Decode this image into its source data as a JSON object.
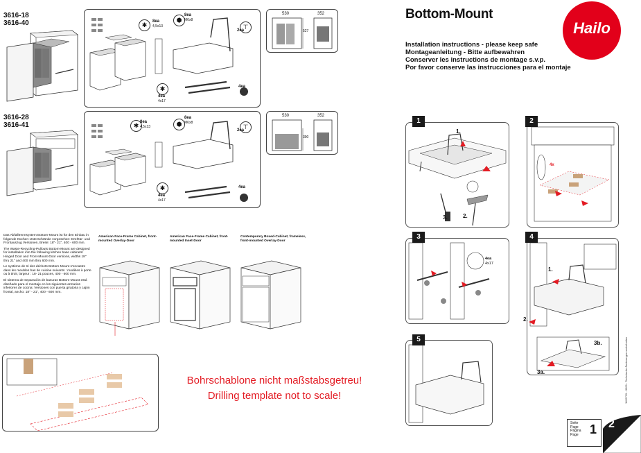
{
  "models_top": [
    "3616-18",
    "3616-40"
  ],
  "models_bottom": [
    "3616-28",
    "3616-41"
  ],
  "parts_top": [
    {
      "qty": "8ea",
      "spec": "4,5x13"
    },
    {
      "qty": "8ea",
      "spec": "M6x8"
    },
    {
      "qty": "2ea",
      "spec": ""
    },
    {
      "qty": "4ea",
      "spec": "4x17"
    },
    {
      "qty": "4ea",
      "spec": ""
    }
  ],
  "parts_bottom": [
    {
      "qty": "8ea",
      "spec": "4,5x13"
    },
    {
      "qty": "8ea",
      "spec": "M6x8"
    },
    {
      "qty": "2ea",
      "spec": ""
    },
    {
      "qty": "4ea",
      "spec": "4x17"
    },
    {
      "qty": "4ea",
      "spec": ""
    }
  ],
  "dims_top": {
    "w1": "530",
    "w2": "352",
    "h": "527"
  },
  "dims_bottom": {
    "w1": "530",
    "w2": "352",
    "h": "390"
  },
  "product_title": "Bottom-Mount",
  "brand": "Hailo",
  "instructions": [
    "Installation instructions - please keep safe",
    "Montageanleitung - Bitte aufbewahren",
    "Conserver les instructions de montage s.v.p.",
    "Por favor conserve las instrucciones para el montaje"
  ],
  "description": [
    "Das Abfalltrennsystem Bottom-Mount ist für den Einbau in folgende Küchen-Unterschränke vorgesehen: Drehtür- und Frontauszug Versionen, Breite: 18\"- 21\", 400 - 600 mm.",
    "The Waste-Recycling-Pullouts Bottom-Mount are designed for installation into the following kitchen base cabinets: Hinged Door and Front-Mount-Door versions, widths 18\" thru 21\" and 400 mm thru 600 mm.",
    "Le système de tri des déchets Bottom-Mount s'encastre dans les meubles bas de cuisine suivants : modèles à porte ou à tiroir, largeur : 18- 21 pouces, 400 - 600 mm.",
    "El sistema de separación de basuras Bottom-Mount está diseñado para el montaje en  los siguientes armarios inferiores de cocina: Versiones con puerta giratoria y cajón frontal, ancho: 18\" - 21\", 400 - 600 mm."
  ],
  "cabinets": [
    "American Face-Frame Cabinet, front-mounted Overlay-Door",
    "American Face-Frame Cabinet, front-mounted Inset-Door",
    "Contemporary Boxed-Cabinet, frameless, front-mounted Overlay-Door"
  ],
  "drilling_warning": [
    "Bohrschablone nicht maßstabsgetreu!",
    "Drilling template not to scale!"
  ],
  "steps": [
    "1",
    "2",
    "3",
    "4",
    "5"
  ],
  "step_labels": {
    "s1_1": "1.",
    "s1_2": "2.",
    "s1_3": "3.",
    "s2_4x": "4x",
    "s3_4ea": "4ea",
    "s3_spec": "4x17",
    "s4_1": "1.",
    "s4_2": "2.",
    "s4_3a": "3a.",
    "s4_3b": "3b."
  },
  "side_note": "1105729 - 0909 - Technische Änderungen vorbehalten",
  "page_label": [
    "Seite",
    "Page",
    "Página",
    "Page"
  ],
  "page_number": "1",
  "next_page": "2",
  "colors": {
    "brand_red": "#e2001a",
    "warning_red": "#e31b23",
    "dark": "#1a1a1a"
  }
}
